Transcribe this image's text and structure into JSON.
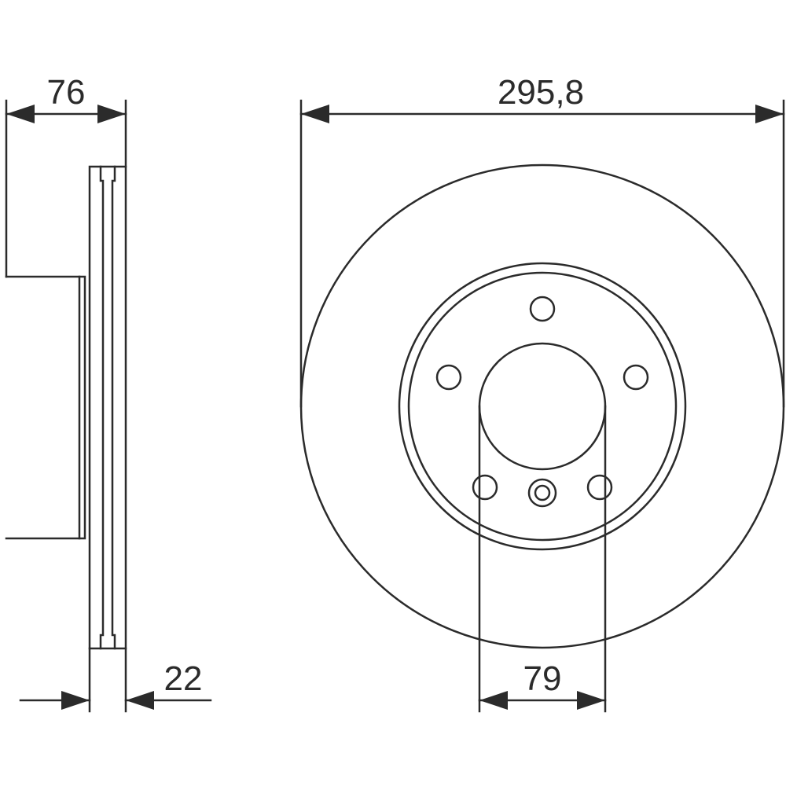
{
  "dimensions": {
    "hub_height": "76",
    "outer_diameter": "295,8",
    "thickness": "22",
    "center_bore": "79"
  },
  "colors": {
    "line": "#2b2b2b",
    "background": "#ffffff"
  }
}
